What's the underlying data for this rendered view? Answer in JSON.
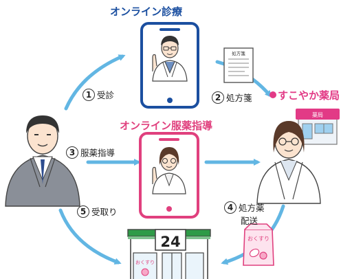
{
  "titles": {
    "online_consultation": "オンライン診療",
    "online_guidance": "オンライン服薬指導",
    "pharmacy_brand": "すこやか薬局"
  },
  "steps": [
    {
      "num": "1",
      "label": "受診"
    },
    {
      "num": "2",
      "label": "処方箋"
    },
    {
      "num": "3",
      "label": "服薬指導"
    },
    {
      "num": "4",
      "label": "処方薬",
      "label2": "配送"
    },
    {
      "num": "5",
      "label": "受取り"
    }
  ],
  "prescription_label": "処方箋",
  "store_number": "24",
  "medicine_bag_label": "おくすり",
  "pharmacy_sign": "薬局",
  "colors": {
    "arrow": "#62b6e3",
    "doctor_phone": "#1b4fa0",
    "guidance_phone": "#e0407e",
    "brand": "#e23a86",
    "store_green": "#2e9b47"
  },
  "icons": [
    "patient-icon",
    "doctor-icon",
    "pharmacist-icon",
    "pharmacist-phone-icon",
    "pharmacy-building-icon",
    "convenience-store-icon",
    "prescription-icon",
    "medicine-bag-icon"
  ]
}
